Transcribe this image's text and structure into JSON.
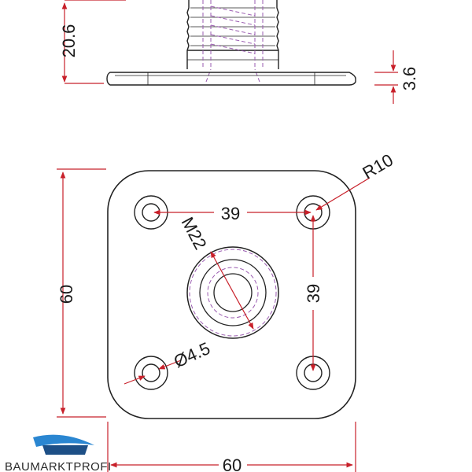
{
  "drawing": {
    "labels": {
      "thread_height": "20.6",
      "plate_thickness": "3.6",
      "corner_radius": "R10",
      "hole_spacing_h": "39",
      "hole_spacing_v": "39",
      "thread_size": "M22",
      "hole_diameter": "Ø4.5",
      "plate_height": "60",
      "plate_width": "60"
    },
    "colors": {
      "outline": "#222222",
      "dimension": "#c8202a",
      "hidden": "#9a5bb0",
      "logo_blue": "#2a86d1",
      "logo_dark": "#1d4f86"
    }
  },
  "logo": {
    "text": "BAUMARKTPROFI"
  }
}
